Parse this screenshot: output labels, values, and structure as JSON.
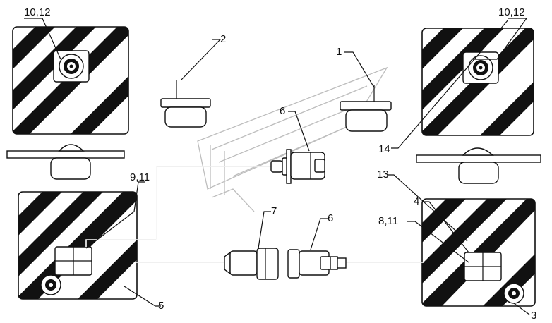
{
  "callouts": {
    "c_1": "1",
    "c_2": "2",
    "c_3": "3",
    "c_4": "4",
    "c_5": "5",
    "c_6a": "6",
    "c_6b": "6",
    "c_7": "7",
    "c_8_11": "8,11",
    "c_9_11": "9,11",
    "c_10_12a": "10,12",
    "c_10_12b": "10,12",
    "c_13": "13",
    "c_14": "14"
  },
  "colors": {
    "stroke": "#111111",
    "panel_stripe": "#111111",
    "watermark": "#bdbdbd"
  }
}
